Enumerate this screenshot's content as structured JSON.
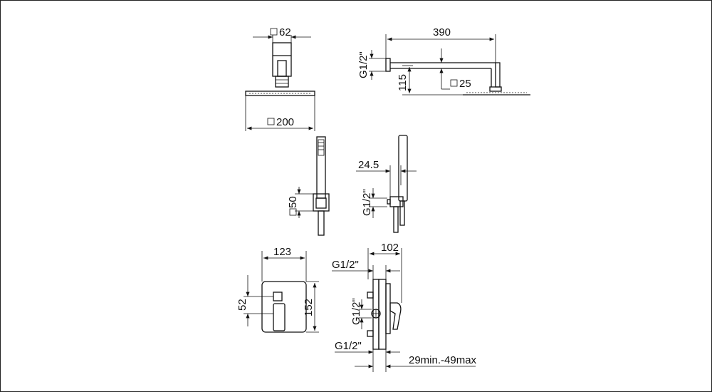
{
  "labels": {
    "head_arm_side": "62",
    "head_plate": "200",
    "arm_length": "390",
    "arm_thread": "G1/2\"",
    "arm_height": "115",
    "arm_tube": "25",
    "hand_square": "50",
    "hand_offset": "24.5",
    "hand_thread": "G1/2\"",
    "plate_width": "123",
    "plate_height": "152",
    "plate_offset": "52",
    "valve_depth": "102",
    "valve_thread_top": "G1/2\"",
    "valve_thread_side": "G1/2\"",
    "valve_thread_bottom": "G1/2\"",
    "wall_range": "29min.-49max"
  }
}
